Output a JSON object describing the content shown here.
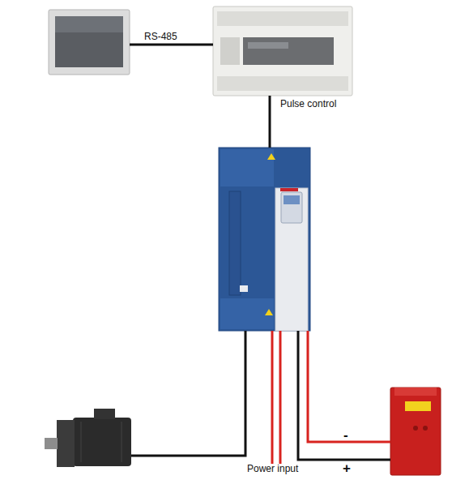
{
  "diagram": {
    "nodes": [
      {
        "text": []
      },
      {
        "text": []
      },
      {
        "text": []
      },
      {
        "text": []
      },
      {
        "text": []
      }
    ],
    "edges": [
      {
        "from": 0,
        "to": 1,
        "arrow": "none",
        "label": "RS-485"
      },
      {
        "from": 1,
        "to": 2,
        "arrow": "none",
        "label": "Pulse control"
      },
      {
        "from": 2,
        "to": 3,
        "arrow": "none"
      },
      {
        "from": 2,
        "to": 4,
        "arrow": "none",
        "label": "-"
      },
      {
        "from": 2,
        "to": 4,
        "arrow": "none",
        "label": "+"
      }
    ],
    "labels": [
      "Power input"
    ]
  }
}
